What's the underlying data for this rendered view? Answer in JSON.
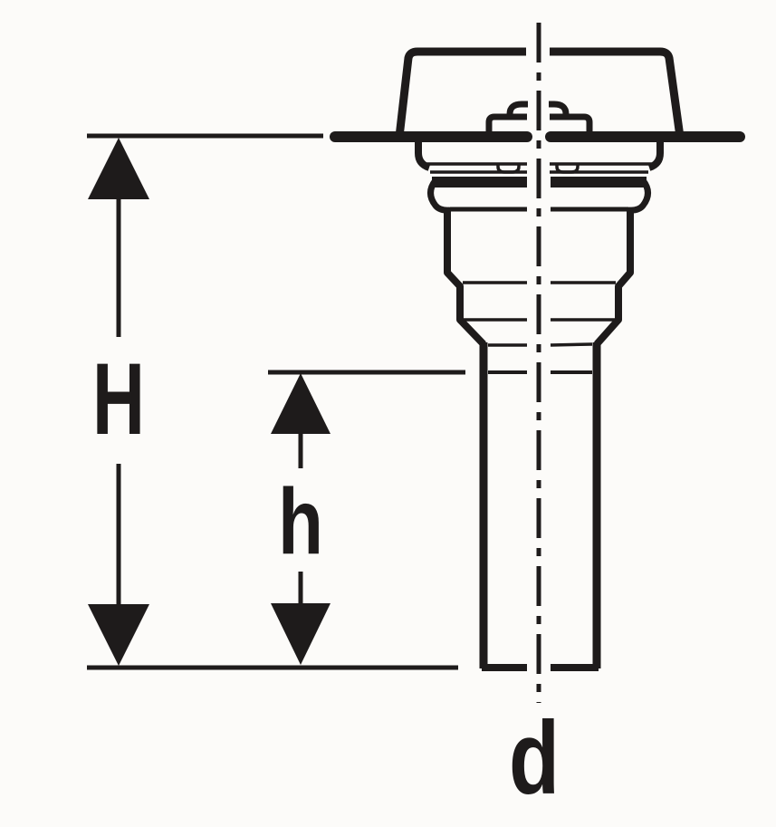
{
  "diagram": {
    "dimension_labels": {
      "overall_height": "H",
      "inner_height": "h",
      "diameter": "d"
    },
    "colors": {
      "line": "#1e1b1b",
      "background": "#fcfbf9"
    }
  }
}
